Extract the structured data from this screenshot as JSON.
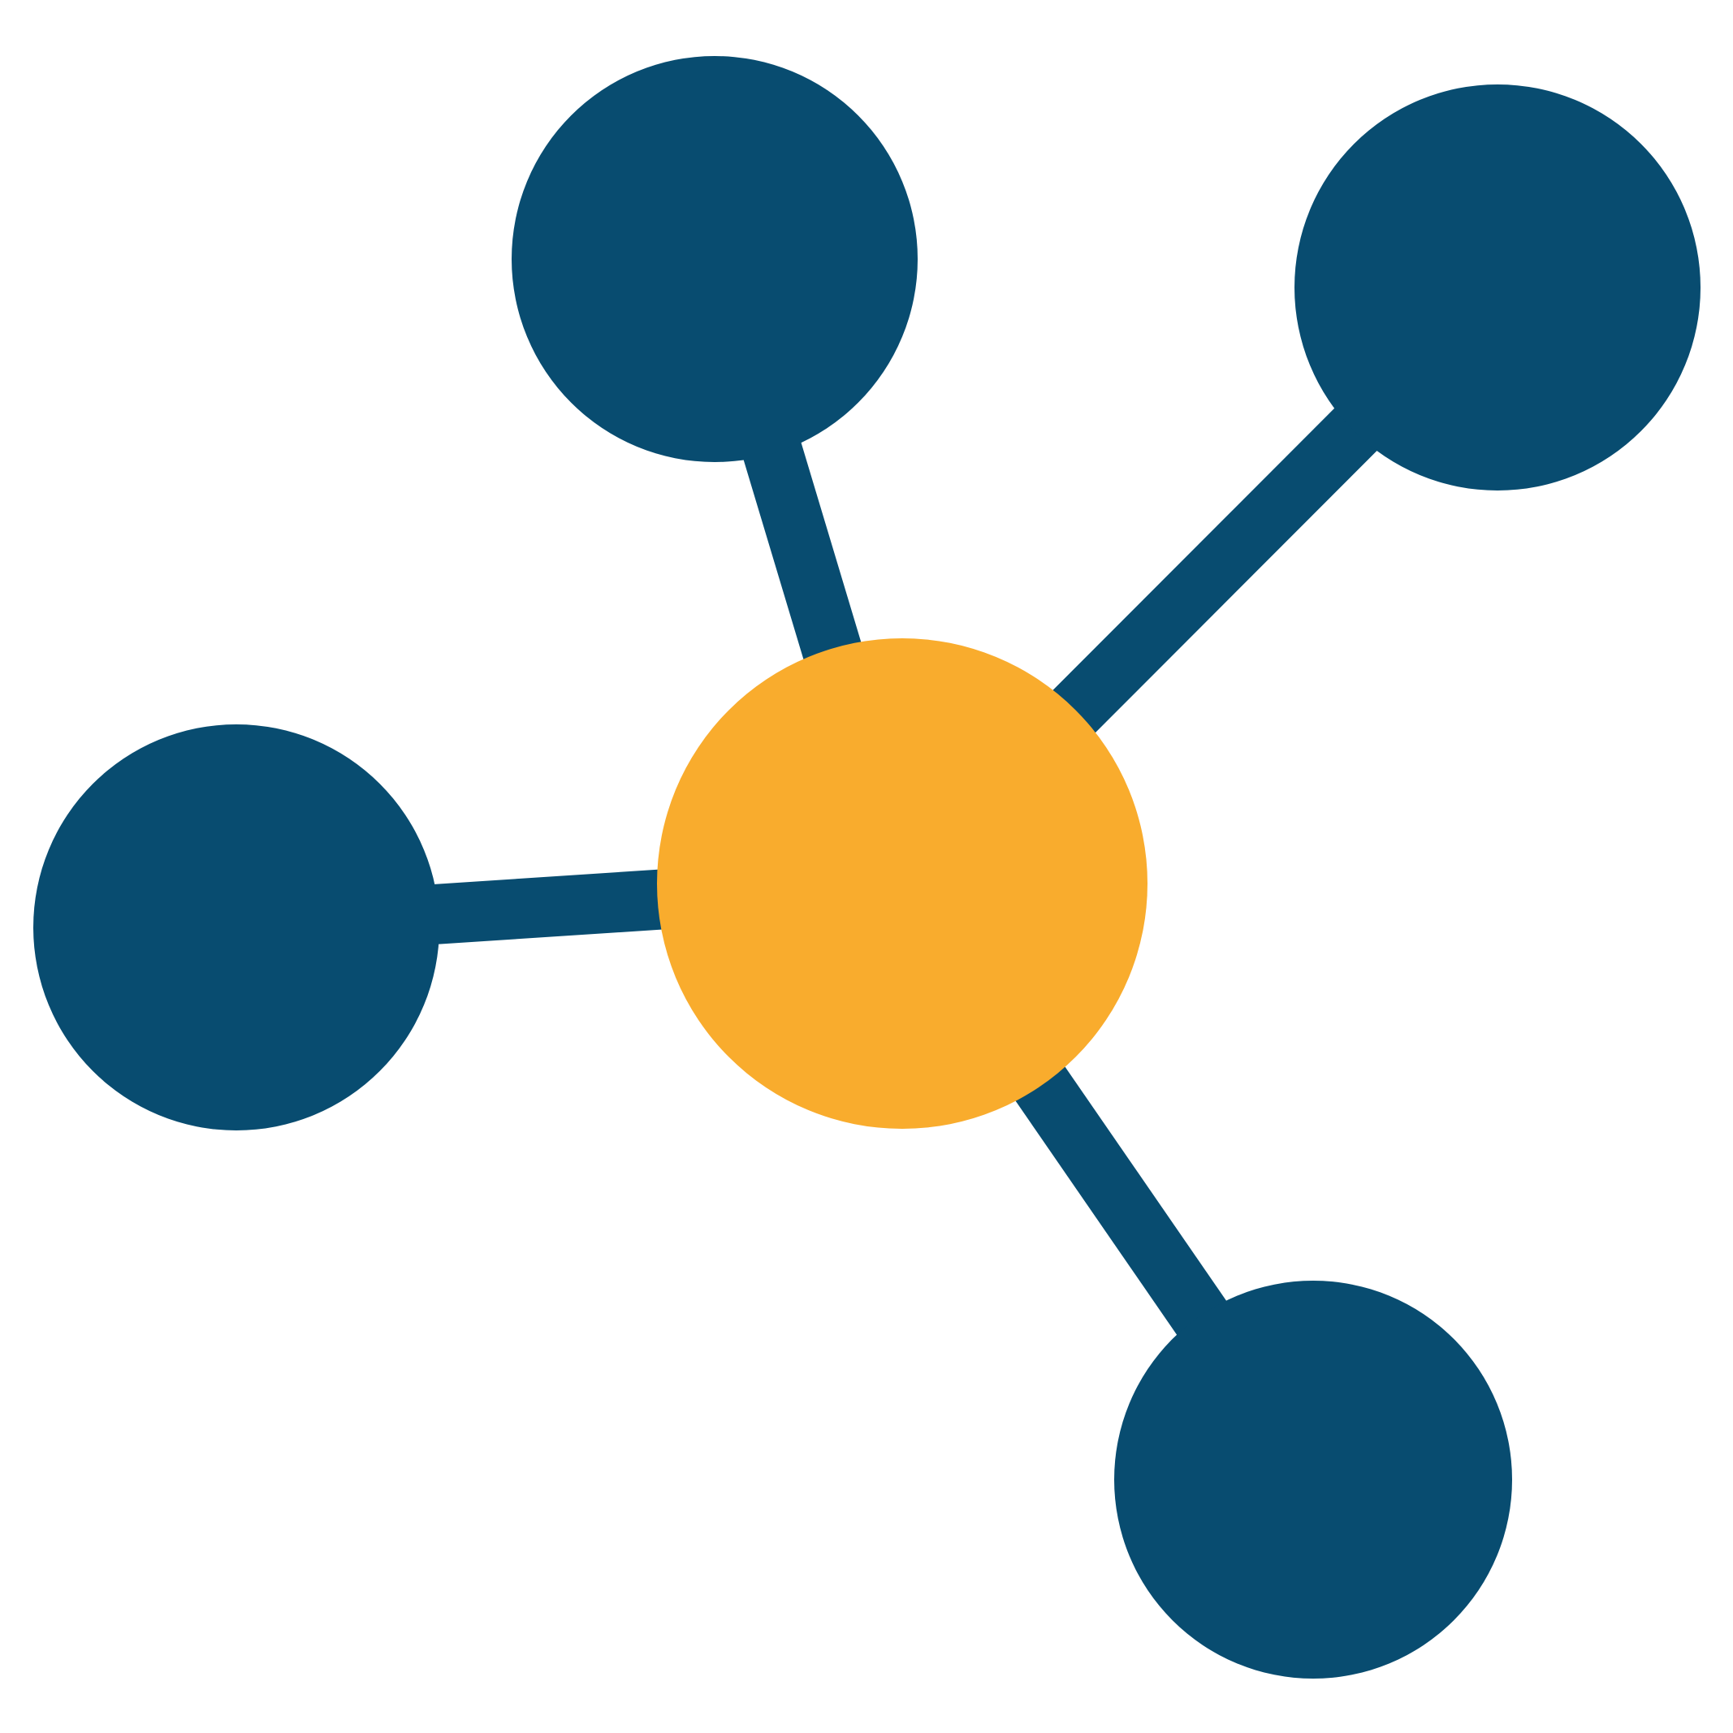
{
  "diagram": {
    "type": "hub-and-spoke network",
    "colors": {
      "hub": "#F9AC2D",
      "node": "#084C70",
      "edge": "#084C70",
      "background": "#FFFFFF"
    },
    "hub": {
      "id": "hub-node",
      "role": "center"
    },
    "nodes": [
      {
        "id": "node-top",
        "role": "satellite"
      },
      {
        "id": "node-top-right",
        "role": "satellite"
      },
      {
        "id": "node-left",
        "role": "satellite"
      },
      {
        "id": "node-bottom-right",
        "role": "satellite"
      }
    ],
    "edges": [
      {
        "from": "hub-node",
        "to": "node-top"
      },
      {
        "from": "hub-node",
        "to": "node-top-right"
      },
      {
        "from": "hub-node",
        "to": "node-left"
      },
      {
        "from": "hub-node",
        "to": "node-bottom-right"
      }
    ]
  }
}
